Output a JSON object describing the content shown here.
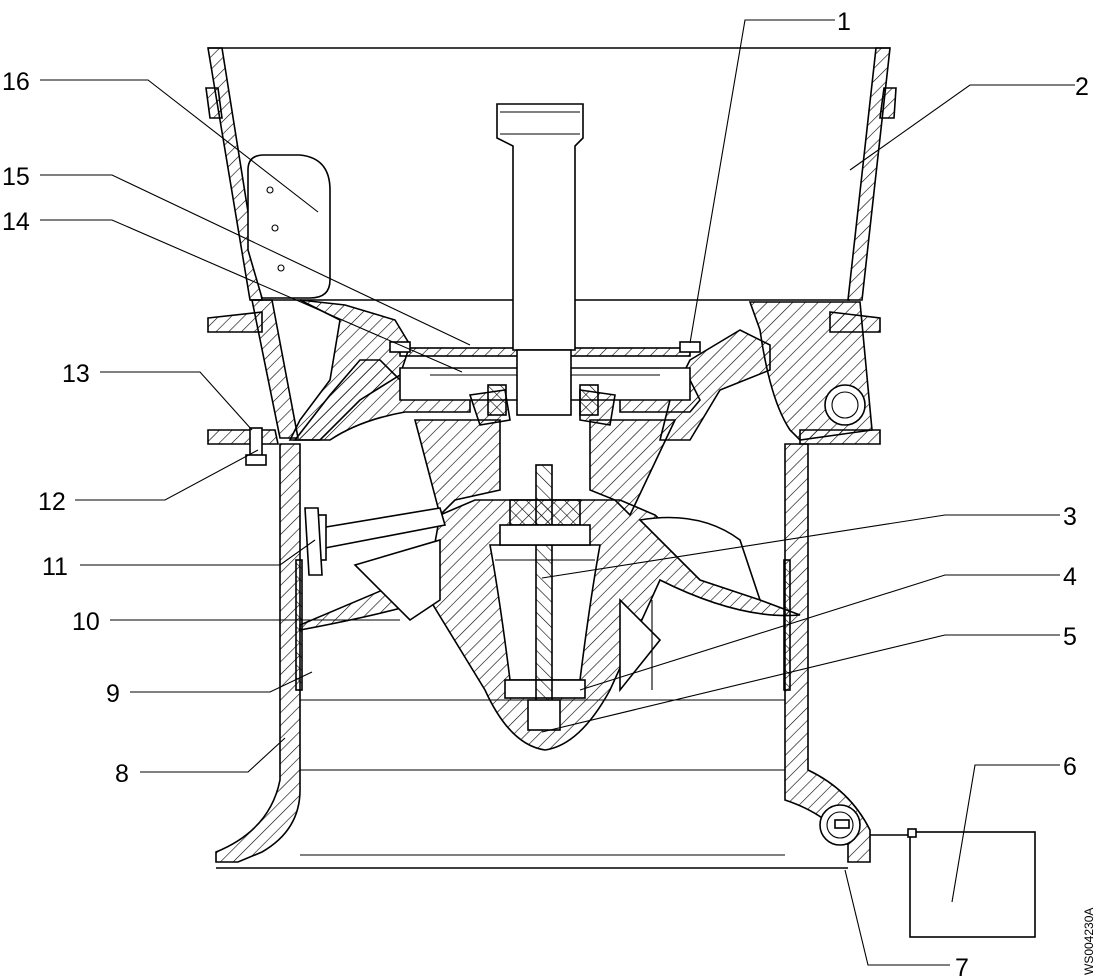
{
  "figure_id": "WS004230A",
  "callouts": [
    {
      "label": "1"
    },
    {
      "label": "2"
    },
    {
      "label": "3"
    },
    {
      "label": "4"
    },
    {
      "label": "5"
    },
    {
      "label": "6"
    },
    {
      "label": "7"
    },
    {
      "label": "8"
    },
    {
      "label": "9"
    },
    {
      "label": "10"
    },
    {
      "label": "11"
    },
    {
      "label": "12"
    },
    {
      "label": "13"
    },
    {
      "label": "14"
    },
    {
      "label": "15"
    },
    {
      "label": "16"
    }
  ]
}
